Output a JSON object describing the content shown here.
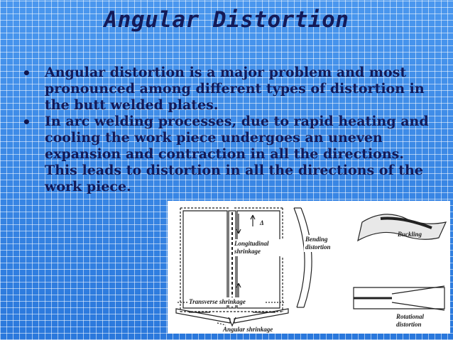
{
  "slide": {
    "title": "Angular Distortion",
    "bullets": [
      "Angular distortion is a major problem and most pronounced among different types of distortion in the butt welded plates.",
      "In arc welding processes, due to rapid heating and cooling the work piece undergoes an uneven expansion and contraction in all the directions. This leads to distortion in all the directions of the work piece."
    ]
  },
  "figure": {
    "labels": {
      "longitudinal_1": "Longitudinal",
      "longitudinal_2": "shrinkage",
      "transverse": "Transverse shrinkage",
      "angular": "Angular shrinkage",
      "bending_1": "Bending",
      "bending_2": "distortion",
      "buckling": "Buckling",
      "rotational_1": "Rotational",
      "rotational_2": "distortion",
      "delta": "Δ"
    }
  },
  "colors": {
    "background": "#2f7fe0",
    "text": "#141a57"
  }
}
